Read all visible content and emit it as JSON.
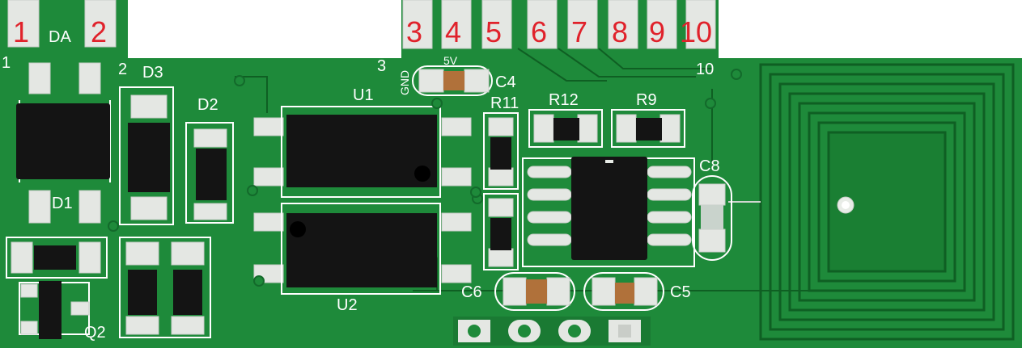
{
  "edge_pins": [
    "1",
    "2",
    "3",
    "4",
    "5",
    "6",
    "7",
    "8",
    "9",
    "10"
  ],
  "labels": {
    "da": "DA",
    "d1": "D1",
    "d2": "D2",
    "d3": "D3",
    "u1": "U1",
    "u2": "U2",
    "q2": "Q2",
    "r9": "R9",
    "r11": "R11",
    "r12": "R12",
    "c4": "C4",
    "c5": "C5",
    "c6": "C6",
    "c8": "C8",
    "gnd": "GND",
    "v5": "5V",
    "silk_1": "1",
    "silk_2": "2",
    "silk_3": "3",
    "silk_10": "10"
  },
  "colors": {
    "board": "#1e8a3a",
    "board_dark": "#0f5f23",
    "pad": "#e4e7e3",
    "chip": "#141414",
    "pin_number": "#e0222b",
    "capacitor": "#b0713a"
  },
  "icons": [
    "mounting-hole-icon",
    "pin-1-dot-icon"
  ]
}
